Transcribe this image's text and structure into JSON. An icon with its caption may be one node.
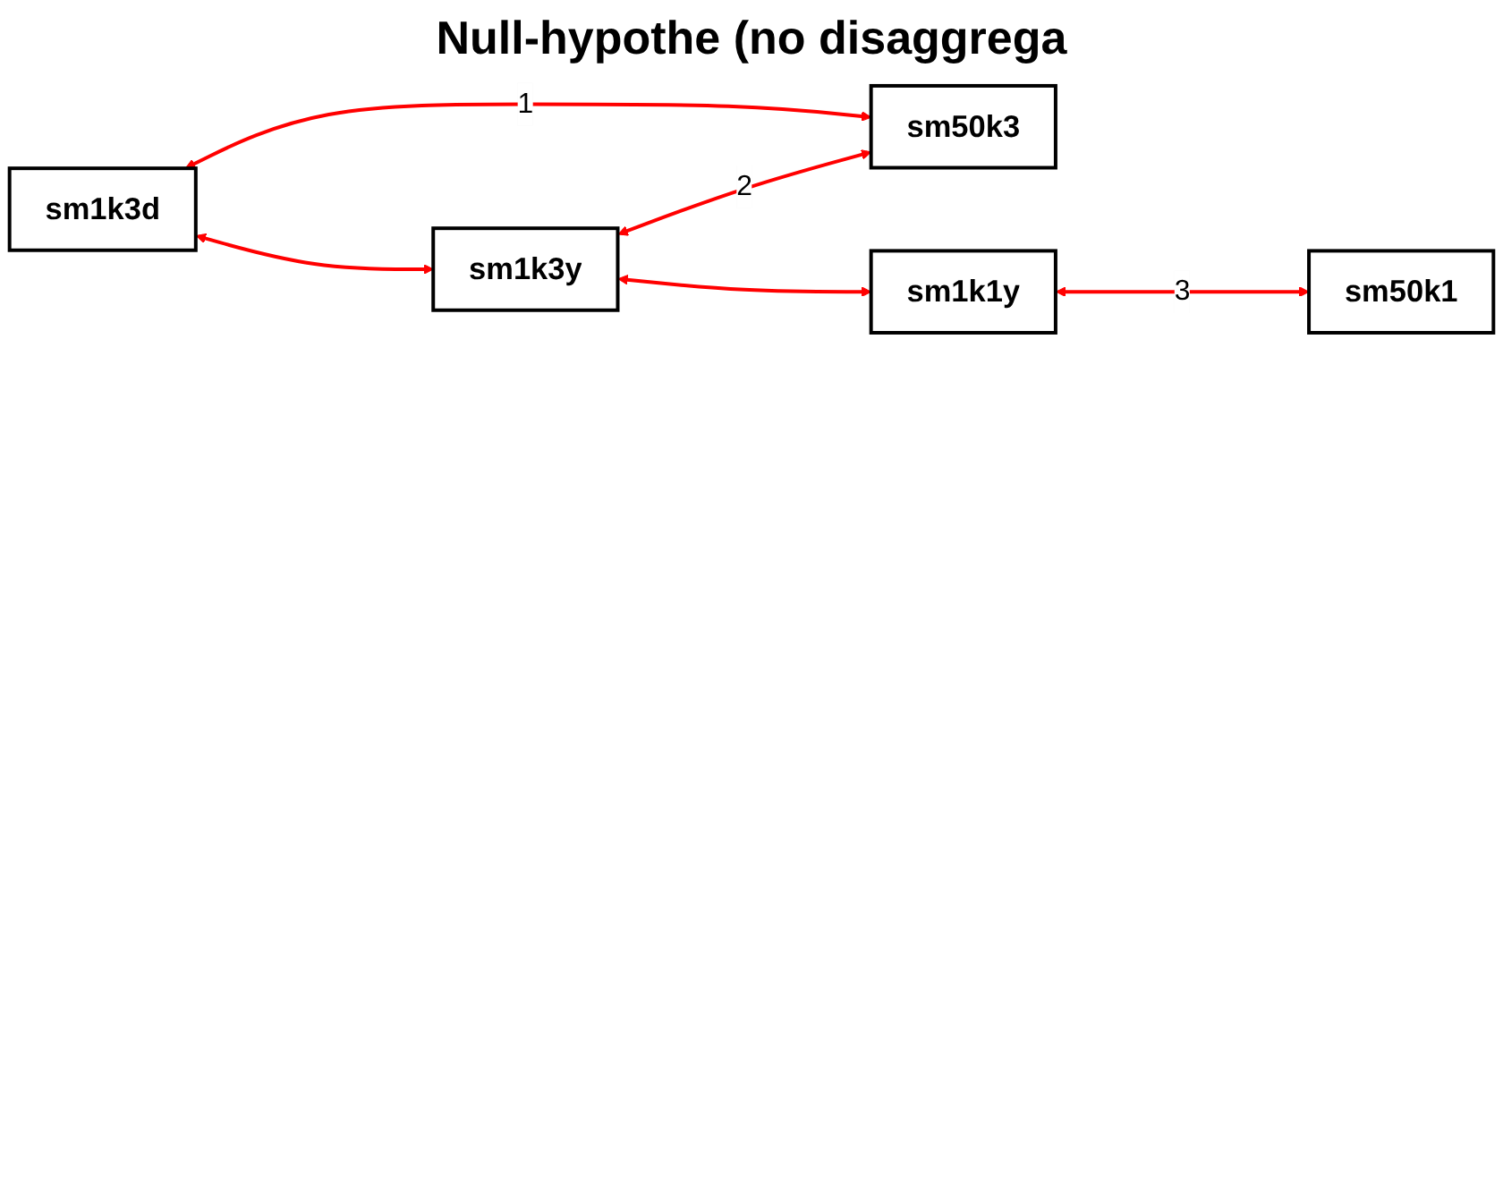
{
  "diagram": {
    "title": "Null-hypothe (no disaggrega",
    "nodes": [
      {
        "text": [
          "sm1k3d"
        ]
      },
      {
        "text": [
          "sm50k3"
        ]
      },
      {
        "text": [
          "sm1k3y"
        ]
      },
      {
        "text": [
          "sm1k1y"
        ]
      },
      {
        "text": [
          "sm50k1"
        ]
      }
    ],
    "edges": [
      {
        "from": 0,
        "to": 1,
        "arrow": "both",
        "label": "1"
      },
      {
        "from": 0,
        "to": 2,
        "arrow": "both"
      },
      {
        "from": 2,
        "to": 1,
        "arrow": "both",
        "label": "2"
      },
      {
        "from": 2,
        "to": 3,
        "arrow": "both"
      },
      {
        "from": 3,
        "to": 4,
        "arrow": "both",
        "label": "3"
      }
    ]
  }
}
